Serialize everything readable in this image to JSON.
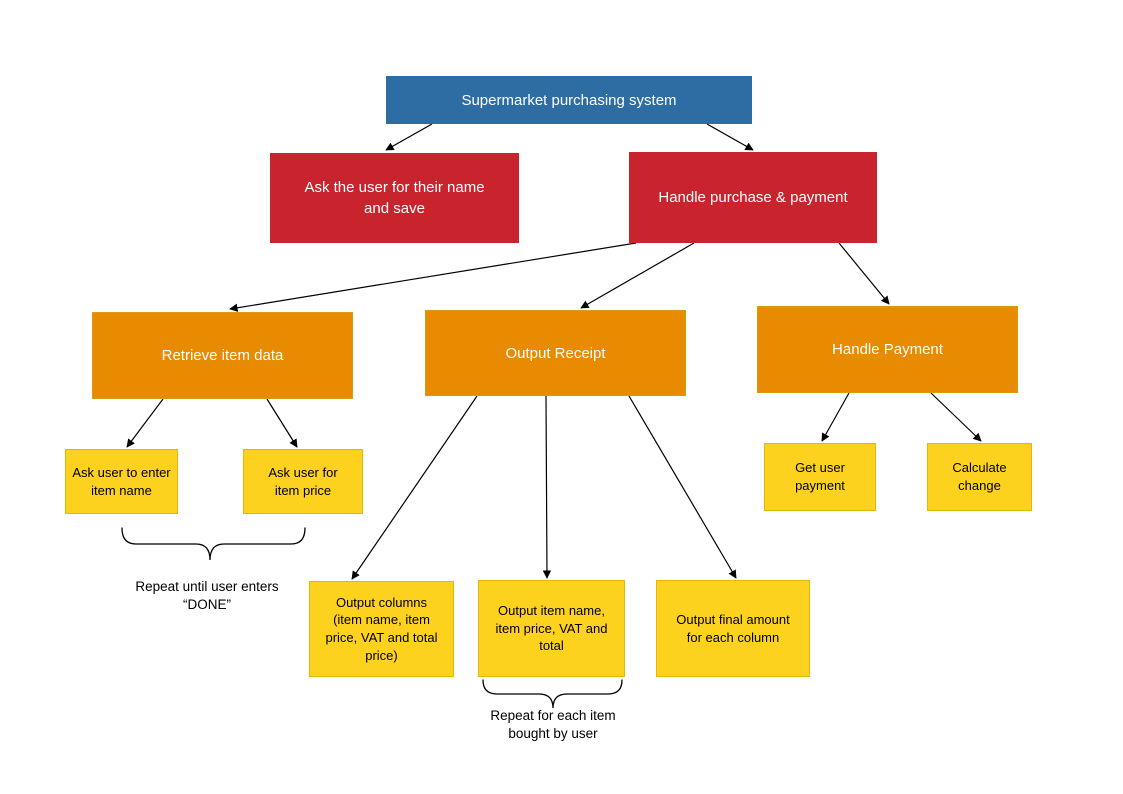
{
  "diagram": {
    "background": "#ffffff",
    "colors": {
      "root_fill": "#2e6da4",
      "level1_fill": "#c9242d",
      "level2_fill": "#e88b00",
      "leaf_fill": "#fdd21f",
      "leaf_border": "#e3b807",
      "connector": "#000000",
      "text_light": "#ffffff",
      "text_dark": "#000000"
    },
    "nodes": {
      "root": {
        "label": "Supermarket purchasing system"
      },
      "ask_name": {
        "label": "Ask the user for their name and save"
      },
      "handle_purchase": {
        "label": "Handle purchase & payment"
      },
      "retrieve_item_data": {
        "label": "Retrieve item data"
      },
      "output_receipt": {
        "label": "Output Receipt"
      },
      "handle_payment": {
        "label": "Handle Payment"
      },
      "ask_item_name": {
        "label": "Ask user to enter item name"
      },
      "ask_item_price": {
        "label": "Ask user for item price"
      },
      "output_columns": {
        "label": "Output columns (item name, item price, VAT and total price)"
      },
      "output_item_row": {
        "label": "Output item name, item price, VAT and total"
      },
      "output_final_amount": {
        "label": "Output final amount for each column"
      },
      "get_user_payment": {
        "label": "Get user payment"
      },
      "calculate_change": {
        "label": "Calculate change"
      }
    },
    "annotations": {
      "repeat_until_done": {
        "label": "Repeat until user enters “DONE”"
      },
      "repeat_each_item": {
        "label": "Repeat for each item bought by user"
      }
    },
    "edges": [
      {
        "from": "root",
        "to": "ask_name"
      },
      {
        "from": "root",
        "to": "handle_purchase"
      },
      {
        "from": "handle_purchase",
        "to": "retrieve_item_data"
      },
      {
        "from": "handle_purchase",
        "to": "output_receipt"
      },
      {
        "from": "handle_purchase",
        "to": "handle_payment"
      },
      {
        "from": "retrieve_item_data",
        "to": "ask_item_name"
      },
      {
        "from": "retrieve_item_data",
        "to": "ask_item_price"
      },
      {
        "from": "output_receipt",
        "to": "output_columns"
      },
      {
        "from": "output_receipt",
        "to": "output_item_row"
      },
      {
        "from": "output_receipt",
        "to": "output_final_amount"
      },
      {
        "from": "handle_payment",
        "to": "get_user_payment"
      },
      {
        "from": "handle_payment",
        "to": "calculate_change"
      }
    ]
  }
}
